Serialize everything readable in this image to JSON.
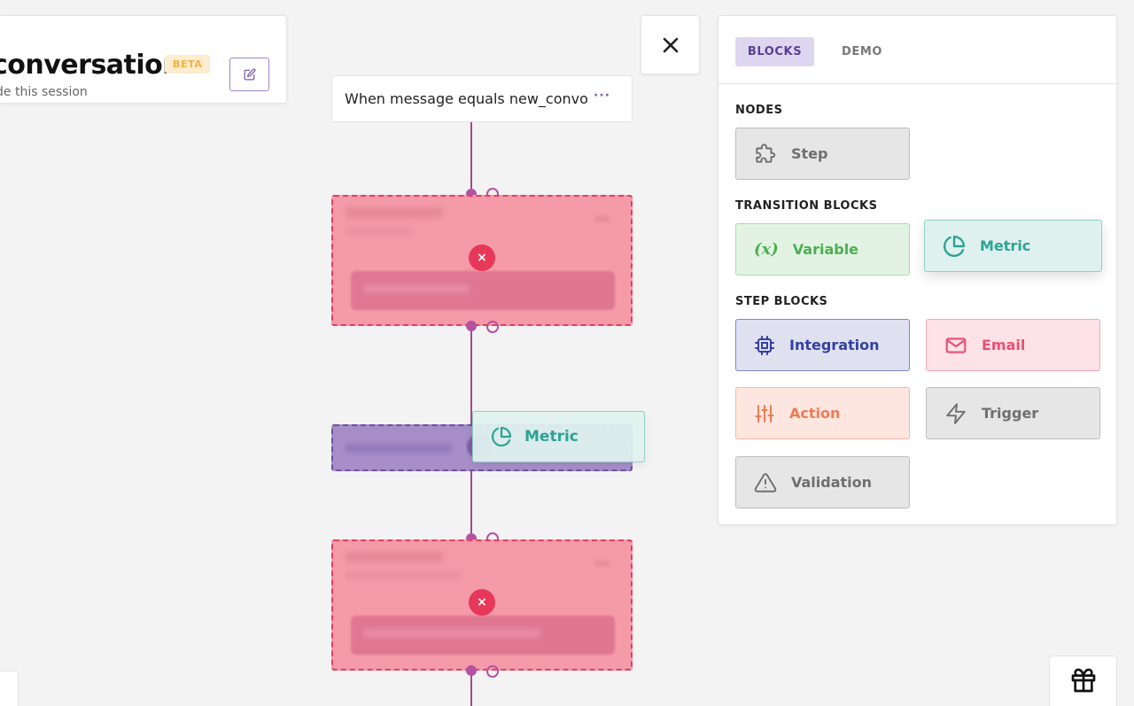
{
  "header": {
    "title": "conversation",
    "badge": "BETA",
    "subtitle": "de this session"
  },
  "canvas": {
    "trigger": {
      "label": "When message equals new_convo",
      "menu": "···"
    },
    "error_badge": "×",
    "dragging_block": {
      "label": "Metric",
      "icon": "pie-chart-icon"
    }
  },
  "panel": {
    "tabs": [
      {
        "label": "BLOCKS",
        "active": true
      },
      {
        "label": "DEMO",
        "active": false
      }
    ],
    "sections": {
      "nodes": "NODES",
      "transition": "TRANSITION BLOCKS",
      "step": "STEP BLOCKS"
    },
    "blocks": {
      "step": {
        "label": "Step",
        "icon": "puzzle-icon",
        "color": "#6f6f6f"
      },
      "variable": {
        "label": "Variable",
        "icon": "variable-icon",
        "glyph": "(x)",
        "color": "#4caf50"
      },
      "metric": {
        "label": "Metric",
        "icon": "pie-chart-icon",
        "color": "#2da394"
      },
      "integration": {
        "label": "Integration",
        "icon": "chip-icon",
        "color": "#3540a0"
      },
      "email": {
        "label": "Email",
        "icon": "mail-icon",
        "color": "#ec4f71"
      },
      "action": {
        "label": "Action",
        "icon": "sliders-icon",
        "color": "#f07a52"
      },
      "trigger": {
        "label": "Trigger",
        "icon": "lightning-icon",
        "color": "#6f6f6f"
      },
      "validation": {
        "label": "Validation",
        "icon": "warning-icon",
        "color": "#6f6f6f"
      }
    }
  },
  "colors": {
    "accent": "#7a5fb2",
    "flow_line": "#a24b8e",
    "error": "#e8385a"
  }
}
